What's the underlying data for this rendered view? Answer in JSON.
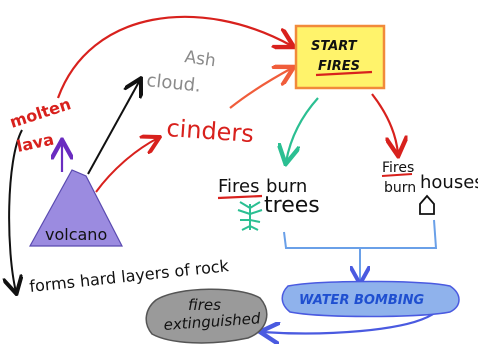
{
  "diagram": {
    "nodes": {
      "molten_lava": [
        "molten",
        "lava"
      ],
      "volcano": "volcano",
      "ash_cloud": [
        "Ash",
        "cloud."
      ],
      "cinders": "cinders",
      "start_fires": [
        "START",
        "FIRES"
      ],
      "fires_burn_trees": [
        "Fires",
        "burn",
        "trees"
      ],
      "fires_burn_houses": [
        "Fires",
        "burn",
        "houses"
      ],
      "rock": "forms hard layers of rock",
      "water_bombing": "WATER BOMBING",
      "fires_extinguished": [
        "fires",
        "extinguished"
      ]
    },
    "colors": {
      "volcano_fill": "#9b8be0",
      "start_box_fill": "#fff36b",
      "start_box_border": "#f18a3a",
      "water_fill": "#8fb2ec",
      "extinguished_fill": "#9a9a9a",
      "red_arrow": "#d8211d",
      "orange_arrow": "#f05d3b",
      "green_arrow": "#2bbf92",
      "blue_arrow": "#4a5ae0",
      "purple_arrow": "#6a2cc0",
      "black_arrow": "#111111"
    },
    "icons": [
      "tree-icon",
      "house-icon"
    ]
  }
}
